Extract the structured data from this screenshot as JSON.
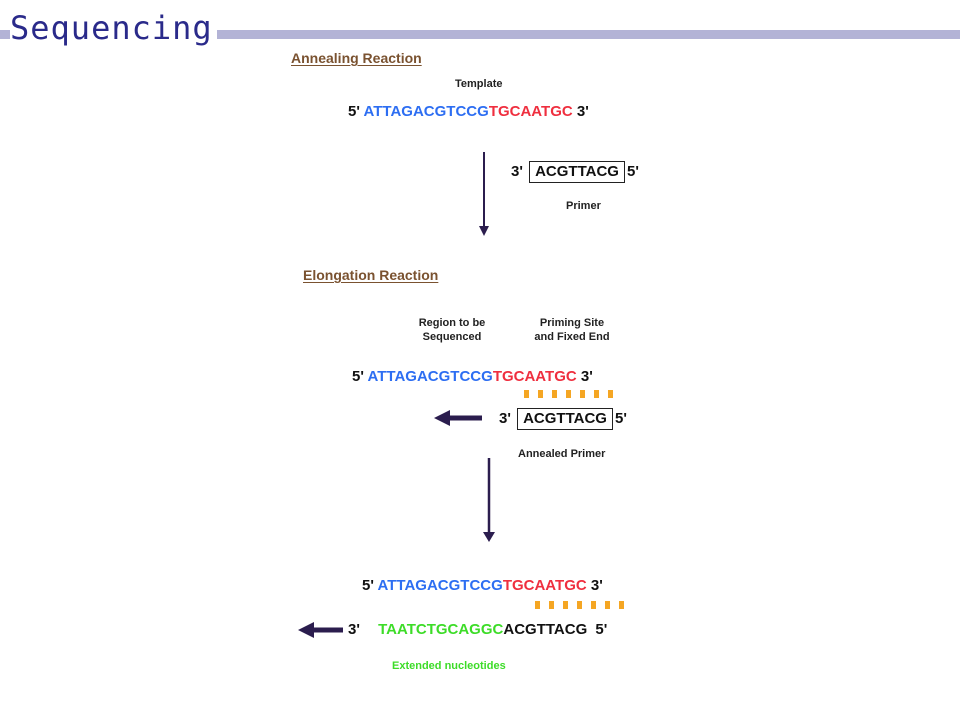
{
  "title": "Sequencing",
  "colors": {
    "title_text": "#2a2a8a",
    "title_bar": "#b3b3d6",
    "section_heading": "#7a5230",
    "region_blue": "#2d6ef2",
    "priming_red": "#ef2f3f",
    "extended_green": "#3ddc28",
    "base_pair_orange": "#f5a623",
    "arrow": "#2b1d4e"
  },
  "annealing": {
    "heading": "Annealing Reaction",
    "template_label": "Template",
    "template": {
      "five_prime": "5'",
      "blue": "ATTAGACGTCCG",
      "red": "TGCAATGC",
      "three_prime": "3'"
    },
    "primer": {
      "three_prime": "3'",
      "seq": "ACGTTACG",
      "five_prime": "5'"
    },
    "primer_label": "Primer"
  },
  "elongation": {
    "heading": "Elongation Reaction",
    "region_label_line1": "Region to be",
    "region_label_line2": "Sequenced",
    "priming_label_line1": "Priming Site",
    "priming_label_line2": "and Fixed End",
    "template": {
      "five_prime": "5'",
      "blue": "ATTAGACGTCCG",
      "red": "TGCAATGC",
      "three_prime": "3'"
    },
    "primer": {
      "three_prime": "3'",
      "seq": "ACGTTACG",
      "five_prime": "5'"
    },
    "primer_label": "Annealed Primer"
  },
  "result": {
    "template": {
      "five_prime": "5'",
      "blue": "ATTAGACGTCCG",
      "red": "TGCAATGC",
      "three_prime": "3'"
    },
    "extended": {
      "three_prime": "3'",
      "green": "TAATCTGCAGGC",
      "primer": "ACGTTACG",
      "five_prime": "5'"
    },
    "extended_label": "Extended nucleotides"
  }
}
